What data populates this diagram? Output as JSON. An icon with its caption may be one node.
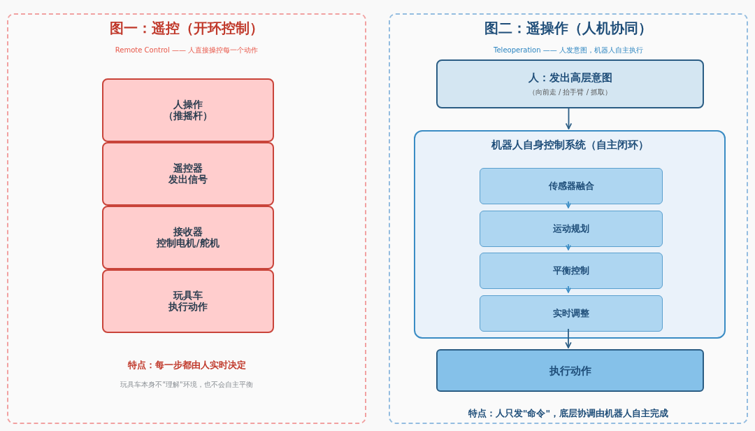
{
  "diagram": {
    "nodes": [
      {
        "text": [
          "图一：遥控（开环控制）",
          "Remote Control —— 人直接操控每一个动作",
          "特点：每一步都由人实时决定",
          "玩具车本身不\"理解\"环境，也不会自主平衡"
        ]
      },
      {
        "text": [
          "人操作",
          "（推摇杆）"
        ],
        "in": 0
      },
      {
        "text": [
          "遥控器",
          "发出信号"
        ],
        "in": 0
      },
      {
        "text": [
          "接收器",
          "控制电机/舵机"
        ],
        "in": 0
      },
      {
        "text": [
          "玩具车",
          "执行动作"
        ],
        "in": 0
      },
      {
        "text": [
          "图二：遥操作（人机协同）",
          "Teleoperation —— 人发意图，机器人自主执行",
          "特点：人只发\"命令\"，底层协调由机器人自主完成"
        ]
      },
      {
        "text": [
          "人：发出高层意图",
          "（向前走 / 抬手臂 / 抓取）"
        ],
        "in": 5
      },
      {
        "text": [
          "机器人自身控制系统（自主闭环）"
        ],
        "in": 5
      },
      {
        "text": [
          "传感器融合"
        ],
        "in": 7
      },
      {
        "text": [
          "运动规划"
        ],
        "in": 7
      },
      {
        "text": [
          "平衡控制"
        ],
        "in": 7
      },
      {
        "text": [
          "实时调整"
        ],
        "in": 7
      },
      {
        "text": [
          "执行动作"
        ],
        "in": 5
      }
    ],
    "edges": [
      {
        "from": 6,
        "to": 7,
        "arrow": "to"
      },
      {
        "from": 8,
        "to": 9,
        "arrow": "to"
      },
      {
        "from": 9,
        "to": 10,
        "arrow": "to"
      },
      {
        "from": 10,
        "to": 11,
        "arrow": "to"
      },
      {
        "from": 11,
        "to": 12,
        "arrow": "to"
      }
    ]
  }
}
